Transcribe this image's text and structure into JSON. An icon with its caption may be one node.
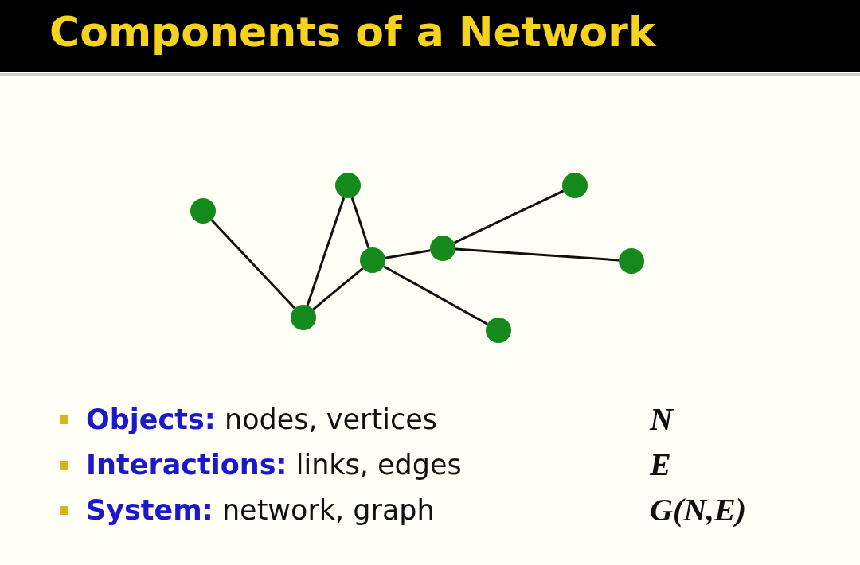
{
  "diagram": {
    "title": "Components of a Network",
    "nodes": [
      {
        "text": [],
        "shape": "circle"
      },
      {
        "text": [],
        "shape": "circle"
      },
      {
        "text": [],
        "shape": "circle"
      },
      {
        "text": [],
        "shape": "circle"
      },
      {
        "text": [],
        "shape": "circle"
      },
      {
        "text": [],
        "shape": "circle"
      },
      {
        "text": [],
        "shape": "circle"
      },
      {
        "text": [],
        "shape": "circle"
      }
    ],
    "edges": [
      {
        "from": 0,
        "to": 1,
        "arrow": "none"
      },
      {
        "from": 1,
        "to": 2,
        "arrow": "none"
      },
      {
        "from": 2,
        "to": 3,
        "arrow": "none"
      },
      {
        "from": 1,
        "to": 3,
        "arrow": "none"
      },
      {
        "from": 3,
        "to": 4,
        "arrow": "none"
      },
      {
        "from": 4,
        "to": 6,
        "arrow": "none"
      },
      {
        "from": 4,
        "to": 7,
        "arrow": "none"
      },
      {
        "from": 3,
        "to": 5,
        "arrow": "none"
      }
    ],
    "labels": [
      "**Objects:** nodes, vertices",
      "N",
      "**Interactions:** links, edges",
      "E",
      "**System:** network, graph",
      "G(N,E)"
    ]
  }
}
